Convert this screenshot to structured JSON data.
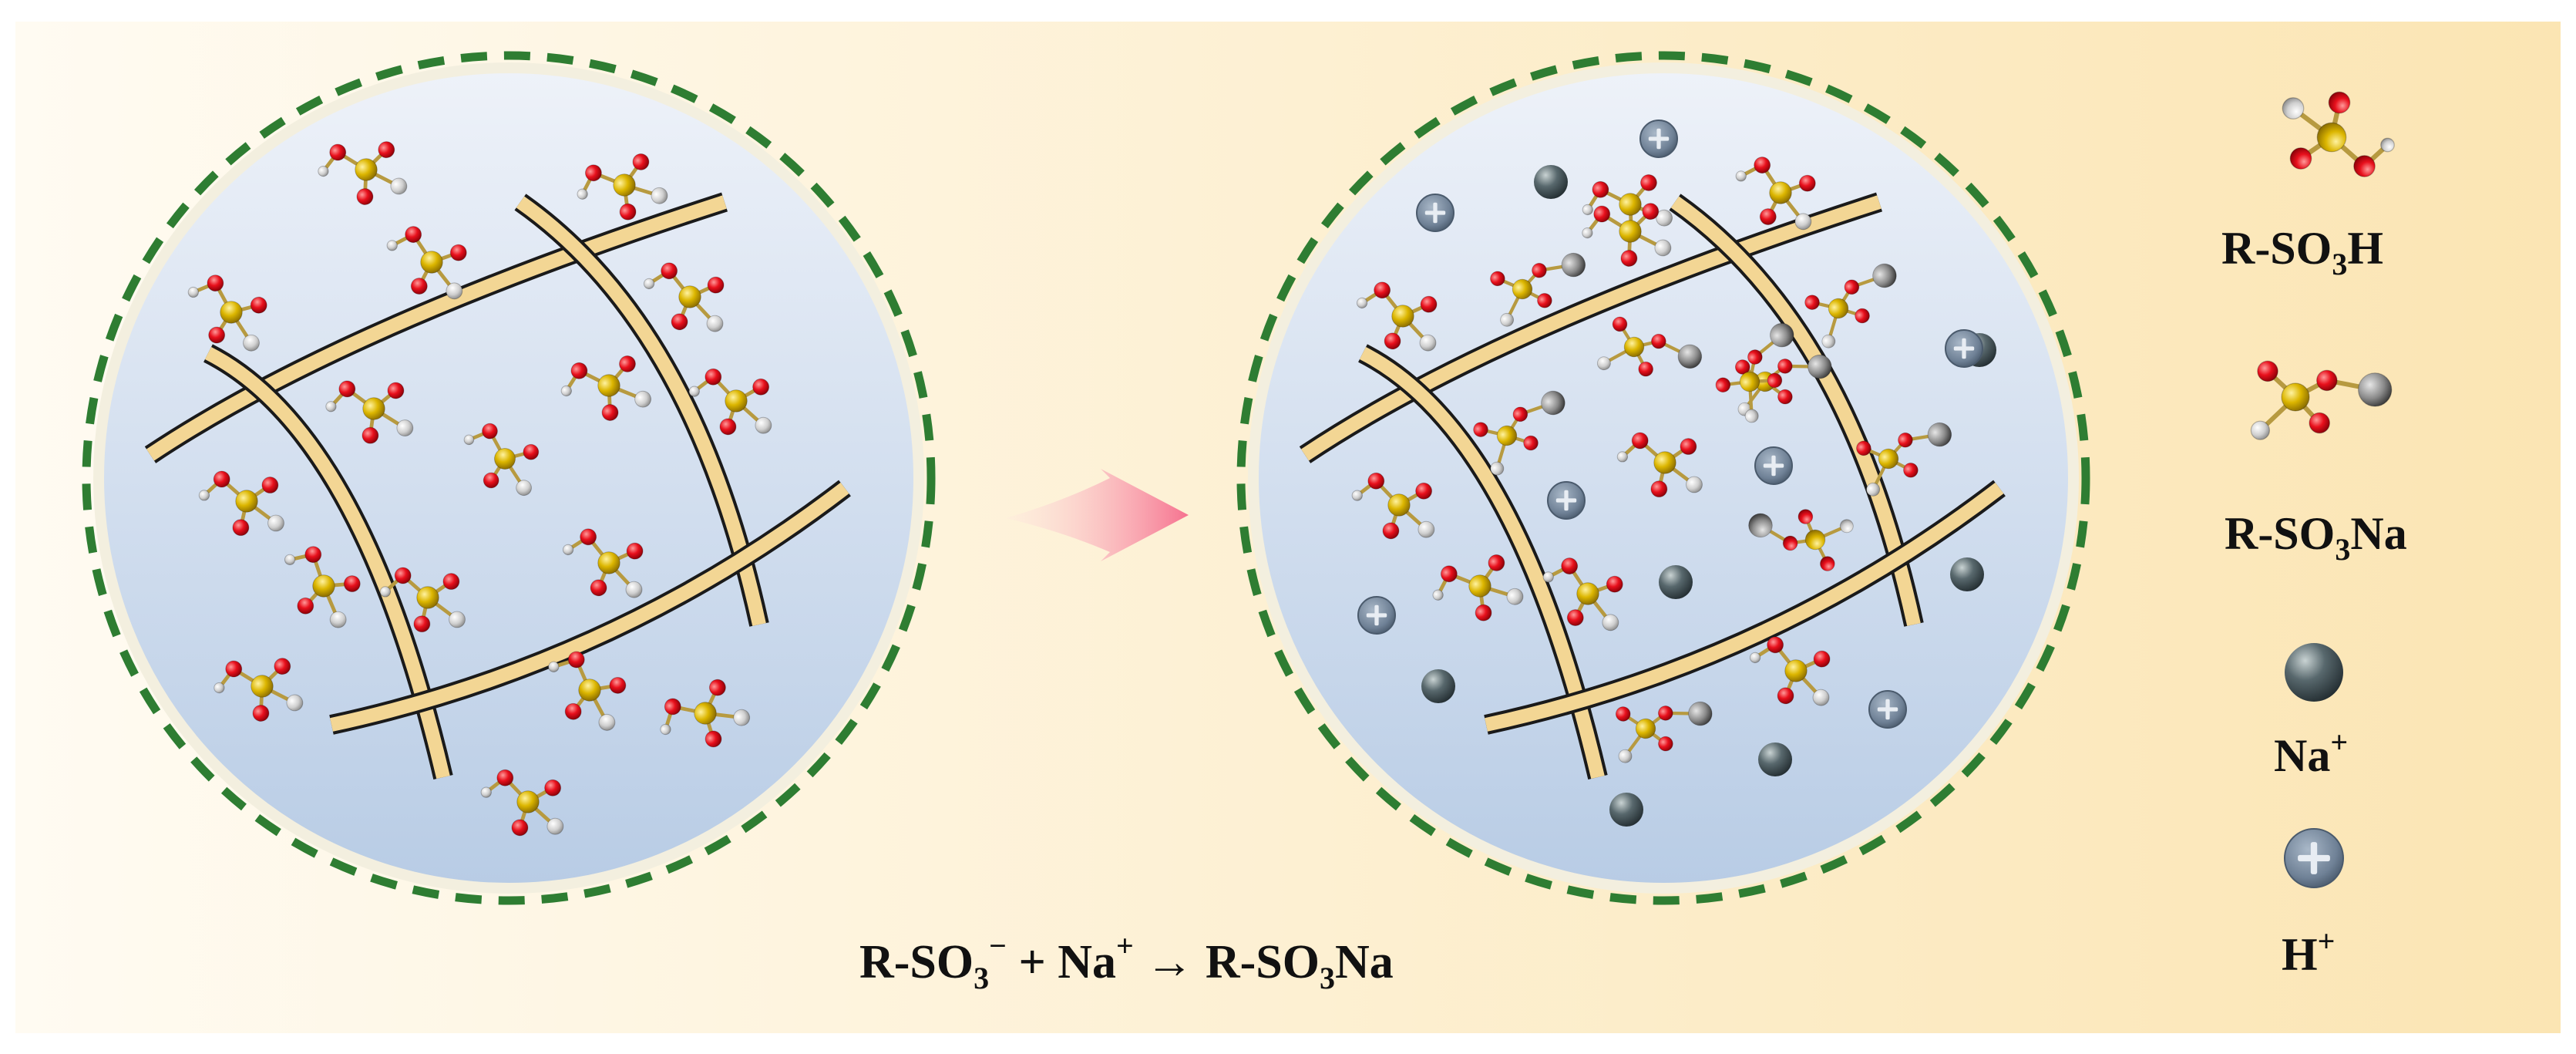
{
  "legend": {
    "sulfonic_acid": {
      "base": "R-SO",
      "sub": "3",
      "tail": "H",
      "icon": "sulfonic-acid-molecule-icon"
    },
    "sodium_sulfonate": {
      "base": "R-SO",
      "sub": "3",
      "tail": "Na",
      "icon": "sodium-sulfonate-molecule-icon"
    },
    "sodium_ion": {
      "base": "Na",
      "sup": "+",
      "icon": "sodium-ion-sphere-icon"
    },
    "proton": {
      "base": "H",
      "sup": "+",
      "icon": "proton-plus-sphere-icon"
    }
  },
  "equation": {
    "reactant1": "R-SO",
    "sub1": "3",
    "sup1": "−",
    "plus": " + Na",
    "sup2": "+",
    "arrow": " → R-SO",
    "sub3": "3",
    "tail": "Na"
  },
  "colors": {
    "background_left": "#fffbf2",
    "background_right": "#fbe7b7",
    "circle_fill_top": "#e9eef7",
    "circle_fill_bottom": "#b9cde6",
    "dashed_ring": "#2e7d32",
    "polymer_fiber": "#f2d593",
    "sulfur": "#d8b400",
    "oxygen": "#e8101c",
    "hydrogen": "#c9c9c9",
    "carbon_link": "#8a8a8a",
    "sodium": "#3c4a4f",
    "proton": "#7d8ea2",
    "arrow": "#f67a95"
  }
}
